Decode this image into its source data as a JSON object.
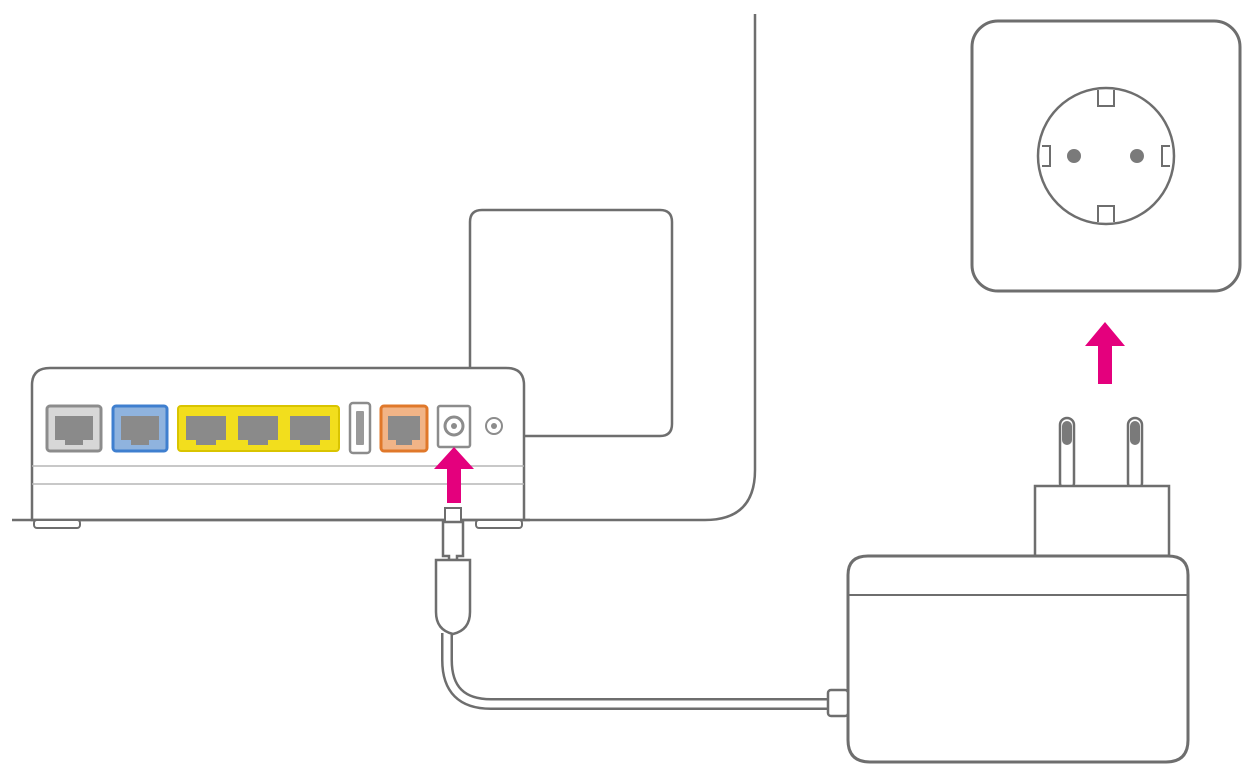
{
  "colors": {
    "background": "#ffffff",
    "line": "#6e6e6e",
    "device_fill": "#ffffff",
    "arrow": "#e4007d",
    "port_gray": "#8c8c8c",
    "port_gray_fill": "#a7a7a7",
    "port_blue": "#3f7fcf",
    "port_yellow": "#f2de1d",
    "port_orange": "#e0782a",
    "port_inner": "#8a8a8a",
    "plug_pin": "#7a7a7a"
  },
  "router": {
    "ports": [
      {
        "name": "gray-ethernet-port",
        "color": "port_gray"
      },
      {
        "name": "blue-ethernet-port",
        "color": "port_blue"
      },
      {
        "name": "yellow-lan-port-1",
        "color": "port_yellow"
      },
      {
        "name": "yellow-lan-port-2",
        "color": "port_yellow"
      },
      {
        "name": "yellow-lan-port-3",
        "color": "port_yellow"
      },
      {
        "name": "usb-port",
        "color": "port_gray"
      },
      {
        "name": "orange-port",
        "color": "port_orange"
      },
      {
        "name": "power-socket",
        "color": "port_gray"
      },
      {
        "name": "reset-button",
        "color": "port_gray"
      }
    ]
  },
  "arrows": [
    {
      "name": "power-socket-arrow-icon",
      "direction": "up"
    },
    {
      "name": "wall-outlet-arrow-icon",
      "direction": "up"
    }
  ],
  "icons": [
    "router-device",
    "wall-outlet-icon",
    "power-adapter-icon",
    "power-cable",
    "dc-plug-icon"
  ]
}
